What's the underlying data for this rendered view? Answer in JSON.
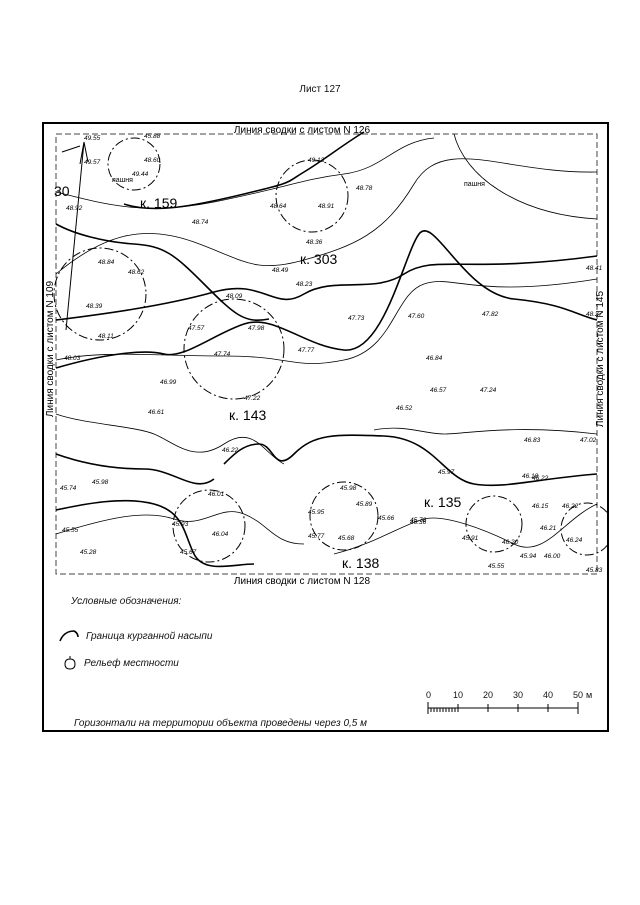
{
  "sheet_title": "Лист 127",
  "borders": {
    "top": "Линия сводки с листом N 126",
    "bottom": "Линия сводки с листом N 128",
    "left": "Линия сводки с листом N 109",
    "right": "Линия сводки с листом N 145"
  },
  "kurgans": [
    {
      "label": "к. 159"
    },
    {
      "label": "к. 303"
    },
    {
      "label": "к. 143"
    },
    {
      "label": "к. 135"
    },
    {
      "label": "к. 138"
    }
  ],
  "land_labels": [
    "пашня",
    "пашня"
  ],
  "partial_contour_label": "30",
  "elevations": [
    "49.55",
    "45.88",
    "49.57",
    "48.60",
    "49.44",
    "48.92",
    "49.13",
    "48.78",
    "48.64",
    "48.91",
    "48.74",
    "48.36",
    "48.84",
    "48.62",
    "48.49",
    "48.23",
    "48.39",
    "48.09",
    "48.11",
    "47.57",
    "47.98",
    "47.74",
    "47.77",
    "47.73",
    "47.60",
    "47.82",
    "48.41",
    "48.27",
    "48.03",
    "46.99",
    "47.22",
    "46.84",
    "46.57",
    "47.24",
    "46.61",
    "46.52",
    "46.83",
    "47.02",
    "46.22",
    "45.74",
    "45.98",
    "45.97",
    "46.18",
    "46.22",
    "46.01",
    "45.98",
    "45.89",
    "45.95",
    "46.36",
    "45.93",
    "45.66",
    "45.78",
    "46.15",
    "46.22",
    "45.55",
    "46.04",
    "45.77",
    "45.68",
    "45.91",
    "46.21",
    "46.20",
    "46.24",
    "45.28",
    "45.67",
    "45.94",
    "46.00",
    "45.55",
    "45.83"
  ],
  "legend": {
    "title": "Условные обозначения:",
    "items": [
      {
        "icon": "kurgan-boundary-icon",
        "label": "Граница курганной насыпи"
      },
      {
        "icon": "terrain-relief-icon",
        "label": "Рельеф местности"
      }
    ]
  },
  "note": "Горизонтали на территории объекта проведены через 0,5 м",
  "scale": {
    "ticks": [
      "0",
      "10",
      "20",
      "30",
      "40",
      "50"
    ],
    "unit": "м"
  }
}
